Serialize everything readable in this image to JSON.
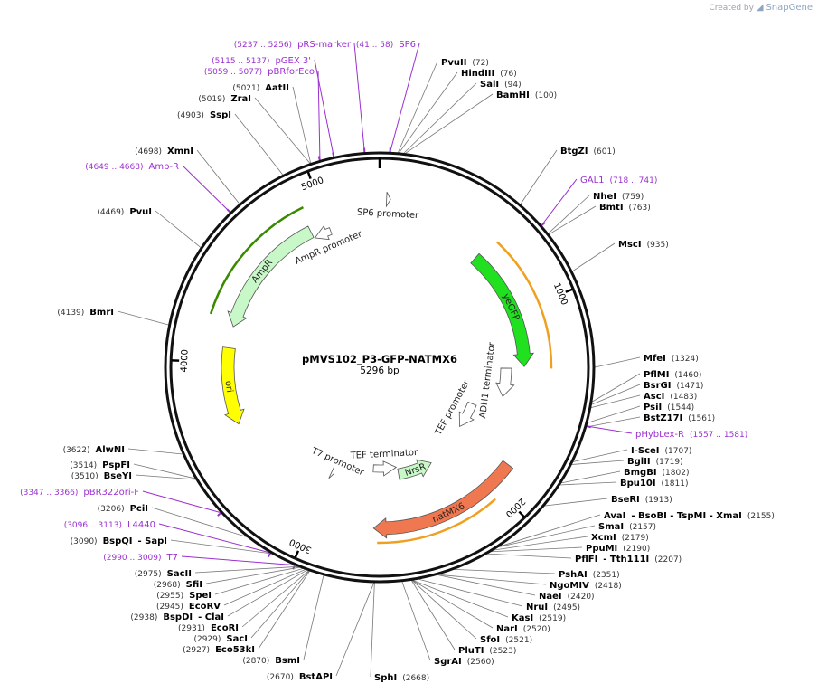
{
  "credit": {
    "prefix": "Created by",
    "brand": "SnapGene"
  },
  "plasmid": {
    "name": "pMVS102_P3-GFP-NATMX6",
    "size_label": "5296 bp",
    "length": 5296
  },
  "colors": {
    "feature_label": "#9b30d0",
    "yeGFP": "#20e020",
    "natMX6": "#f07850",
    "AmpR": "#c8f8c8",
    "ori": "#ffff00",
    "NrsR": "#c8f8c8",
    "promoter": "#ffffff",
    "overlay_orange": "#f0a020",
    "overlay_green": "#3a8a00"
  },
  "ticks": [
    {
      "pos": 1000,
      "label": "1000"
    },
    {
      "pos": 2000,
      "label": "2000"
    },
    {
      "pos": 3000,
      "label": "3000"
    },
    {
      "pos": 4000,
      "label": "4000"
    },
    {
      "pos": 5000,
      "label": "5000"
    }
  ],
  "features": [
    {
      "name": "yeGFP",
      "start": 606,
      "end": 1320,
      "dir": 1,
      "kind": "cds",
      "color": "#20e020",
      "inner": true,
      "label_inside": true
    },
    {
      "name": "natMX6",
      "start": 1870,
      "end": 2680,
      "dir": 1,
      "kind": "cds",
      "color": "#f07850",
      "label_inside": true
    },
    {
      "name": "AmpR",
      "start": 4200,
      "end": 4900,
      "dir": -1,
      "kind": "cds",
      "color": "#c8f8c8",
      "label_inside": true
    },
    {
      "name": "ori",
      "start": 3650,
      "end": 4080,
      "dir": -1,
      "kind": "ori",
      "color": "#ffff00",
      "label_inside": true
    },
    {
      "name": "NrsR",
      "start": 2230,
      "end": 2500,
      "dir": -1,
      "kind": "cds",
      "color": "#c8f8c8",
      "inner2": true,
      "label_inside": true
    },
    {
      "name": "SP6 promoter",
      "start": 35,
      "end": 55,
      "dir": 1,
      "kind": "promoter"
    },
    {
      "name": "AmpR promoter",
      "start": 4905,
      "end": 5005,
      "dir": -1,
      "kind": "promoter"
    },
    {
      "name": "ADH1 terminator",
      "start": 1330,
      "end": 1520,
      "dir": 1,
      "kind": "terminator"
    },
    {
      "name": "TEF promoter",
      "start": 1640,
      "end": 1860,
      "dir": 1,
      "kind": "promoter"
    },
    {
      "name": "TEF terminator",
      "start": 2510,
      "end": 2700,
      "dir": -1,
      "kind": "terminator"
    },
    {
      "name": "T7 promoter",
      "start": 2990,
      "end": 3010,
      "dir": -1,
      "kind": "promoter"
    }
  ],
  "sites_right": [
    {
      "name": "PvuII",
      "pos": "72"
    },
    {
      "name": "HindIII",
      "pos": "76"
    },
    {
      "name": "SalI",
      "pos": "94"
    },
    {
      "name": "BamHI",
      "pos": "100"
    },
    {
      "name": "BtgZI",
      "pos": "601"
    },
    {
      "name": "GAL1",
      "pos": "718 .. 741",
      "feature": true
    },
    {
      "name": "NheI",
      "pos": "759"
    },
    {
      "name": "BmtI",
      "pos": "763"
    },
    {
      "name": "MscI",
      "pos": "935"
    },
    {
      "name": "MfeI",
      "pos": "1324"
    },
    {
      "name": "PflMI",
      "pos": "1460"
    },
    {
      "name": "BsrGI",
      "pos": "1471"
    },
    {
      "name": "AscI",
      "pos": "1483"
    },
    {
      "name": "PsiI",
      "pos": "1544"
    },
    {
      "name": "BstZ17I",
      "pos": "1561"
    },
    {
      "name": "pHybLex-R",
      "pos": "1557 .. 1581",
      "feature": true
    },
    {
      "name": "I-SceI",
      "pos": "1707"
    },
    {
      "name": "BglII",
      "pos": "1719"
    },
    {
      "name": "BmgBI",
      "pos": "1802"
    },
    {
      "name": "Bpu10I",
      "pos": "1811"
    },
    {
      "name": "BseRI",
      "pos": "1913"
    },
    {
      "name": "AvaI",
      "pos": "",
      "extra": "BsoBI   -  TspMI   -  XmaI",
      "extra_pos": "2155"
    },
    {
      "name": "SmaI",
      "pos": "2157"
    },
    {
      "name": "XcmI",
      "pos": "2179"
    },
    {
      "name": "PpuMI",
      "pos": "2190"
    },
    {
      "name": "PflFI",
      "pos": "",
      "extra": "Tth111I",
      "extra_pos": "2207"
    },
    {
      "name": "PshAI",
      "pos": "2351"
    },
    {
      "name": "NgoMIV",
      "pos": "2418"
    },
    {
      "name": "NaeI",
      "pos": "2420"
    },
    {
      "name": "NruI",
      "pos": "2495"
    },
    {
      "name": "KasI",
      "pos": "2519"
    },
    {
      "name": "NarI",
      "pos": "2520"
    },
    {
      "name": "SfoI",
      "pos": "2521"
    },
    {
      "name": "PluTI",
      "pos": "2523"
    },
    {
      "name": "SgrAI",
      "pos": "2560"
    },
    {
      "name": "SphI",
      "pos": "2668"
    }
  ],
  "sites_left": [
    {
      "name": "pRS-marker",
      "pos": "5237 .. 5256",
      "feature": true
    },
    {
      "name": "SP6",
      "pos": "41 .. 58",
      "feature": true
    },
    {
      "name": "pGEX 3'",
      "pos": "5115 .. 5137",
      "feature": true
    },
    {
      "name": "pBRforEco",
      "pos": "5059 .. 5077",
      "feature": true
    },
    {
      "name": "AatII",
      "pos": "5021"
    },
    {
      "name": "ZraI",
      "pos": "5019"
    },
    {
      "name": "SspI",
      "pos": "4903"
    },
    {
      "name": "XmnI",
      "pos": "4698"
    },
    {
      "name": "Amp-R",
      "pos": "4649 .. 4668",
      "feature": true
    },
    {
      "name": "PvuI",
      "pos": "4469"
    },
    {
      "name": "BmrI",
      "pos": "4139"
    },
    {
      "name": "AlwNI",
      "pos": "3622"
    },
    {
      "name": "PspFI",
      "pos": "3514"
    },
    {
      "name": "BseYI",
      "pos": "3510"
    },
    {
      "name": "pBR322ori-F",
      "pos": "3347 .. 3366",
      "feature": true
    },
    {
      "name": "PciI",
      "pos": "3206"
    },
    {
      "name": "L4440",
      "pos": "3096 .. 3113",
      "feature": true
    },
    {
      "name": "BspQI",
      "pos": "3090",
      "extra": "SapI"
    },
    {
      "name": "T7",
      "pos": "2990 .. 3009",
      "feature": true
    },
    {
      "name": "SacII",
      "pos": "2975"
    },
    {
      "name": "SfiI",
      "pos": "2968"
    },
    {
      "name": "SpeI",
      "pos": "2955"
    },
    {
      "name": "EcoRV",
      "pos": "2945"
    },
    {
      "name": "BspDI",
      "pos": "2938",
      "extra": "ClaI"
    },
    {
      "name": "EcoRI",
      "pos": "2931"
    },
    {
      "name": "SacI",
      "pos": "2929"
    },
    {
      "name": "Eco53kI",
      "pos": "2927"
    },
    {
      "name": "BsmI",
      "pos": "2870"
    },
    {
      "name": "BstAPI",
      "pos": "2670"
    }
  ]
}
